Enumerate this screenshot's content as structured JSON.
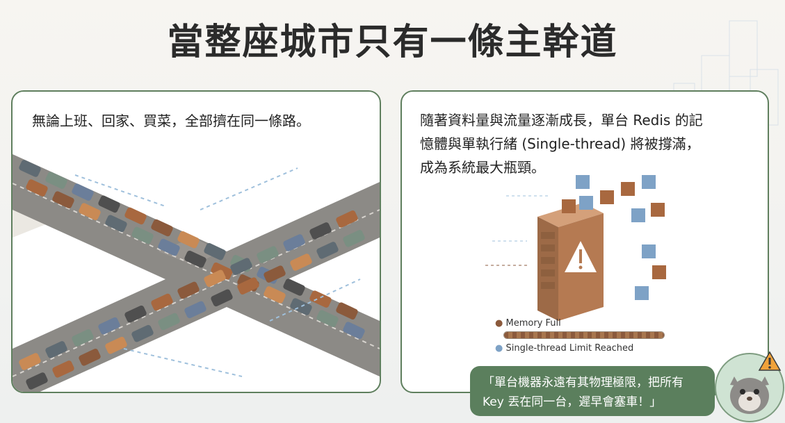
{
  "page": {
    "title": "當整座城市只有一條主幹道"
  },
  "left_panel": {
    "caption": "無論上班、回家、買菜，全部擠在同一條路。"
  },
  "right_panel": {
    "text_lines": [
      "隨著資料量與流量逐漸成長，單台 Redis 的記",
      "憶體與單執行緒 (Single-thread) 將被撐滿，",
      "成為系統最大瓶頸。"
    ],
    "status": {
      "memory_label": "Memory Full",
      "thread_label": "Single-thread Limit Reached"
    }
  },
  "quote": {
    "lines": [
      "「單台機器永遠有其物理極限，把所有",
      "Key 丟在同一台，遲早會塞車！」"
    ]
  },
  "icons": [
    "warning-icon",
    "server-icon",
    "data-cube-icon",
    "squirrel-avatar"
  ],
  "colors": {
    "accent": "#5b7f5d",
    "server": "#b57a52",
    "cube_blue": "#7ea2c6",
    "cube_brown": "#a8683f",
    "warning": "#f0a23a"
  }
}
